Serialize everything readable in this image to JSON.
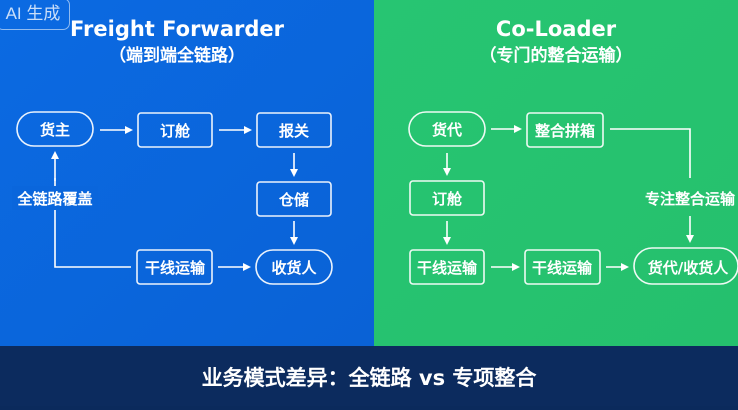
{
  "badge": "AI 生成",
  "colors": {
    "left_bg": "#0a6ae0",
    "right_bg": "#27c471",
    "footer_bg": "#0c2b5e",
    "stroke": "#ffffff"
  },
  "left_panel": {
    "title": "Freight Forwarder",
    "subtitle": "（端到端全链路）",
    "nodes": {
      "shipper": "货主",
      "booking": "订舱",
      "customs": "报关",
      "warehouse": "仓储",
      "mainline": "干线运输",
      "consignee": "收货人"
    },
    "loop_label": "全链路覆盖"
  },
  "right_panel": {
    "title": "Co-Loader",
    "subtitle": "（专门的整合运输）",
    "nodes": {
      "forwarder": "货代",
      "consolidation": "整合拼箱",
      "booking": "订舱",
      "mainline_1": "干线运输",
      "mainline_2": "干线运输",
      "receiver": "货代/收货人"
    },
    "side_label": "专注整合运输"
  },
  "footer": {
    "caption": "业务模式差异：全链路 vs 专项整合"
  }
}
